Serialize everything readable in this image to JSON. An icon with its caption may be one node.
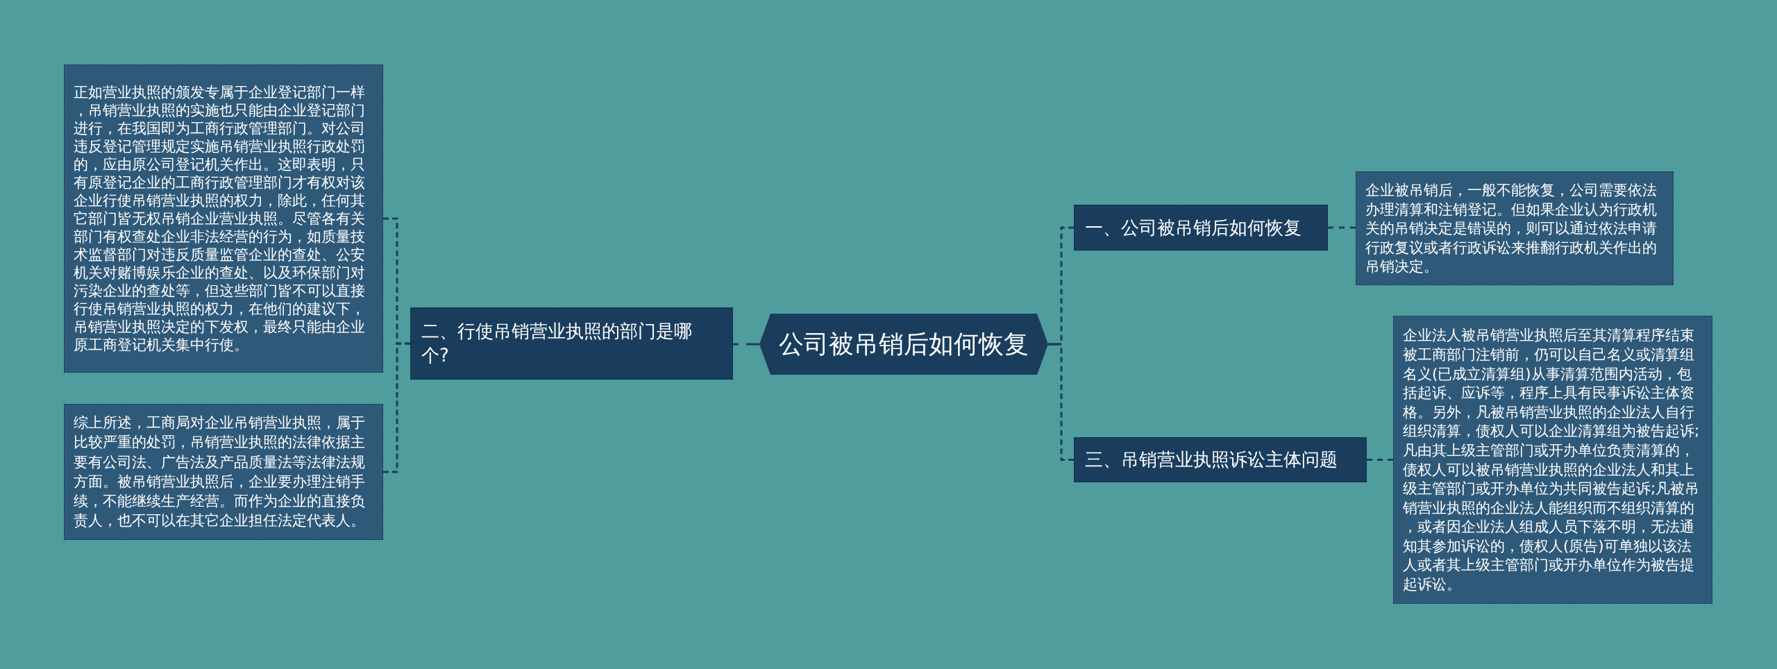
{
  "diagram": {
    "nodes": [
      {
        "text": [
          "公司被吊销后如何恢复"
        ]
      },
      {
        "text": [
          "一、公司被吊销后如何恢复"
        ]
      },
      {
        "text": [
          "企业被吊销后，一般不能恢复，公司需要依法办理清算和注销登记。但如果企业认为行政机关的吊销决定是错误的，则可以通过依法申请行政复议或者行政诉讼来推翻行政机关作出的吊销决定。"
        ]
      },
      {
        "text": [
          "二、行使吊销营业执照的部门是哪个?"
        ]
      },
      {
        "text": [
          "正如营业执照的颁发专属于企业登记部门一样，吊销营业执照的实施也只能由企业登记部门进行，在我国即为工商行政管理部门。对公司违反登记管理规定实施吊销营业执照行政处罚的，应由原公司登记机关作出。这即表明，只有原登记企业的工商行政管理部门才有权对该企业行使吊销营业执照的权力，除此，任何其它部门皆无权吊销企业营业执照。尽管各有关部门有权查处企业非法经营的行为，如质量技术监督部门对违反质量监管企业的查处、公安机关对赌博娱乐企业的查处、以及环保部门对污染企业的查处等，但这些部门皆不可以直接行使吊销营业执照的权力，在他们的建议下，吊销营业执照决定的下发权，最终只能由企业原工商登记机关集中行使。"
        ]
      },
      {
        "text": [
          "综上所述，工商局对企业吊销营业执照，属于比较严重的处罚，吊销营业执照的法律依据主要有公司法、广告法及产品质量法等法律法规方面。被吊销营业执照后，企业要办理注销手续，不能继续生产经营。而作为企业的直接负责人，也不可以在其它企业担任法定代表人。"
        ]
      },
      {
        "text": [
          "三、吊销营业执照诉讼主体问题"
        ]
      },
      {
        "text": [
          "企业法人被吊销营业执照后至其清算程序结束被工商部门注销前，仍可以自己名义或清算组名义(已成立清算组)从事清算范围内活动，包括起诉、应诉等，程序上具有民事诉讼主体资格。另外，凡被吊销营业执照的企业法人自行组织清算，债权人可以企业清算组为被告起诉;凡由其上级主管部门或开办单位负责清算的，债权人可以被吊销营业执照的企业法人和其上级主管部门或开办单位为共同被告起诉;凡被吊销营业执照的企业法人能组织而不组织清算的，或者因企业法人组成人员下落不明，无法通知其参加诉讼的，债权人(原告)可单独以该法人或者其上级主管部门或开办单位作为被告提起诉讼。"
        ]
      }
    ],
    "edges": [
      {
        "from": 0,
        "to": 1,
        "arrow": "none"
      },
      {
        "from": 1,
        "to": 2,
        "arrow": "none"
      },
      {
        "from": 0,
        "to": 3,
        "arrow": "none"
      },
      {
        "from": 3,
        "to": 4,
        "arrow": "none"
      },
      {
        "from": 3,
        "to": 5,
        "arrow": "none"
      },
      {
        "from": 0,
        "to": 6,
        "arrow": "none"
      },
      {
        "from": 6,
        "to": 7,
        "arrow": "none"
      }
    ]
  }
}
